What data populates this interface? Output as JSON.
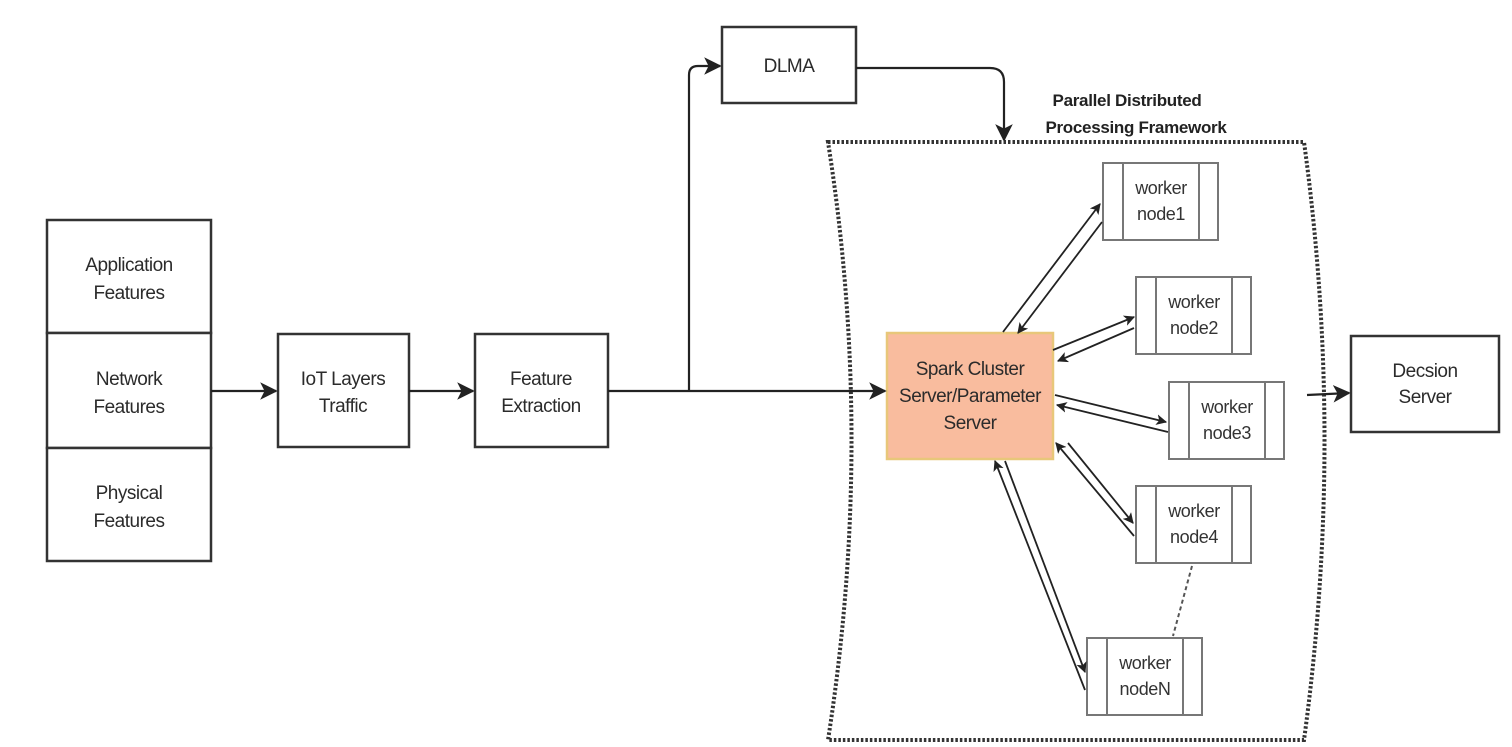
{
  "diagram": {
    "feature_stack": {
      "items": [
        {
          "line1": "Application",
          "line2": "Features"
        },
        {
          "line1": "Network",
          "line2": "Features"
        },
        {
          "line1": "Physical",
          "line2": "Features"
        }
      ]
    },
    "iot_traffic": {
      "line1": "IoT Layers",
      "line2": "Traffic"
    },
    "feature_extraction": {
      "line1": "Feature",
      "line2": "Extraction"
    },
    "dlma": {
      "label": "DLMA"
    },
    "framework": {
      "line1": "Parallel Distributed",
      "line2": "Processing Framework"
    },
    "spark_server": {
      "line1": "Spark Cluster",
      "line2": "Server/Parameter",
      "line3": "Server",
      "fill_color": "#f9bc9e",
      "border_color": "#e8c77a"
    },
    "workers": [
      {
        "line1": "worker",
        "line2": "node1"
      },
      {
        "line1": "worker",
        "line2": "node2"
      },
      {
        "line1": "worker",
        "line2": "node3"
      },
      {
        "line1": "worker",
        "line2": "node4"
      },
      {
        "line1": "worker",
        "line2": "nodeN"
      }
    ],
    "decision_server": {
      "line1": "Decsion",
      "line2": "Server"
    },
    "edges": [
      {
        "from": "Network Features",
        "to": "IoT Layers Traffic"
      },
      {
        "from": "IoT Layers Traffic",
        "to": "Feature Extraction"
      },
      {
        "from": "Feature Extraction",
        "to": "Spark Cluster Server/Parameter Server"
      },
      {
        "from": "Feature Extraction",
        "to": "DLMA"
      },
      {
        "from": "DLMA",
        "to": "Parallel Distributed Processing Framework"
      },
      {
        "from": "Spark Cluster Server/Parameter Server",
        "to": "worker node1",
        "bidirectional": true
      },
      {
        "from": "Spark Cluster Server/Parameter Server",
        "to": "worker node2",
        "bidirectional": true
      },
      {
        "from": "Spark Cluster Server/Parameter Server",
        "to": "worker node3",
        "bidirectional": true
      },
      {
        "from": "Spark Cluster Server/Parameter Server",
        "to": "worker node4",
        "bidirectional": true
      },
      {
        "from": "Spark Cluster Server/Parameter Server",
        "to": "worker nodeN",
        "bidirectional": true
      },
      {
        "from": "worker node4",
        "to": "worker nodeN",
        "style": "dashed"
      },
      {
        "from": "Parallel Distributed Processing Framework",
        "to": "Decsion Server"
      }
    ]
  }
}
